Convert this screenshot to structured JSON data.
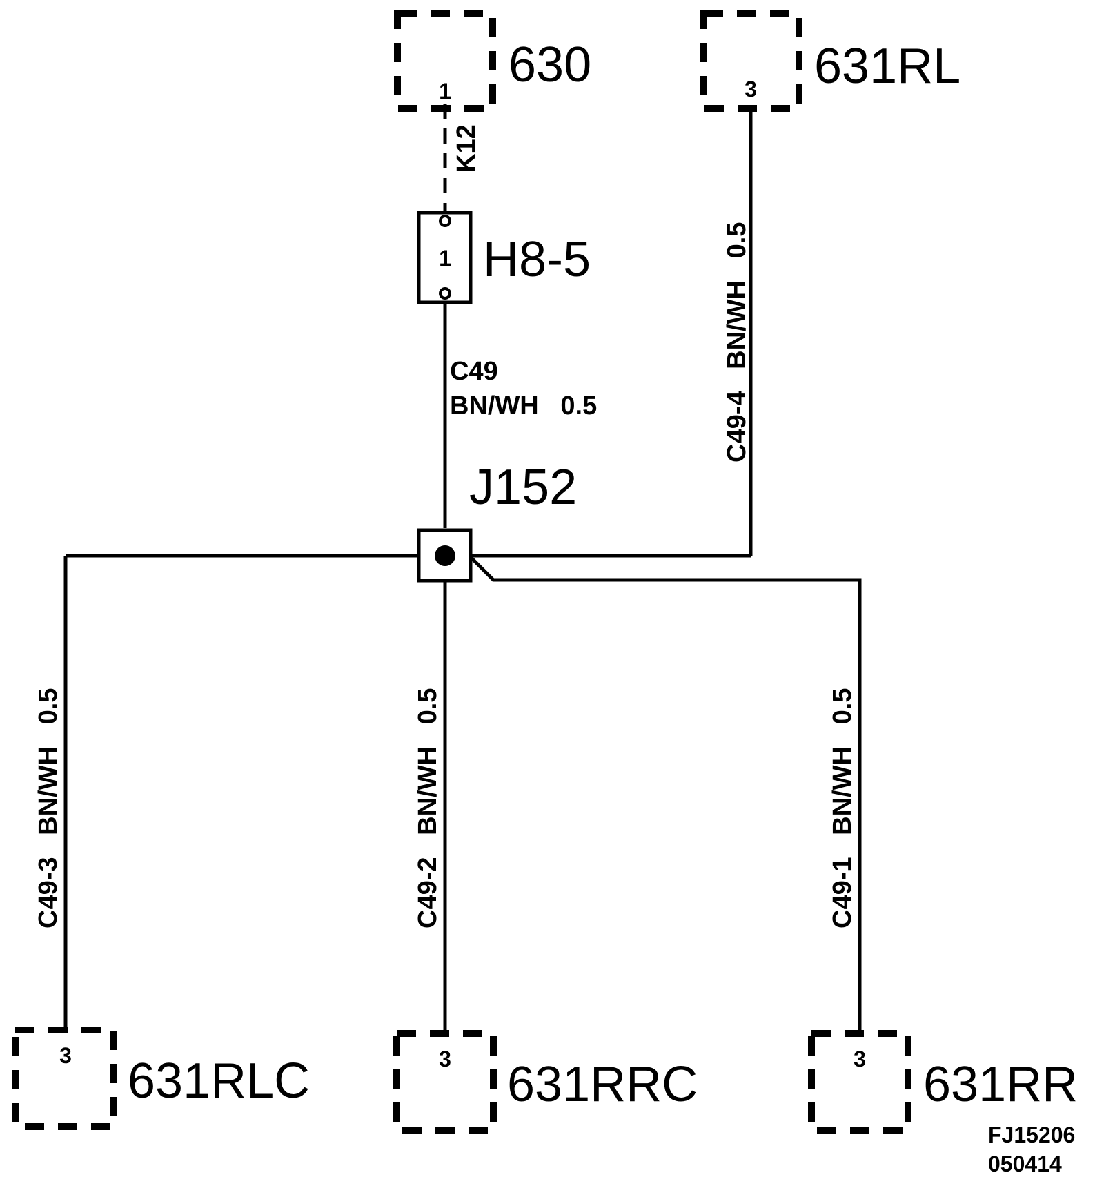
{
  "components": {
    "c630": {
      "name": "630",
      "pin": "1"
    },
    "c631rl": {
      "name": "631RL",
      "pin": "3"
    },
    "c631rlc": {
      "name": "631RLC",
      "pin": "3"
    },
    "c631rrc": {
      "name": "631RRC",
      "pin": "3"
    },
    "c631rr": {
      "name": "631RR",
      "pin": "3"
    },
    "fuse": {
      "name": "H8-5",
      "pin": "1"
    },
    "splice": {
      "name": "J152"
    }
  },
  "wires": {
    "k12": {
      "circuit": "K12"
    },
    "c49": {
      "circuit": "C49",
      "color_size": "BN/WH   0.5"
    },
    "c49_4": {
      "label": "C49-4   BN/WH   0.5"
    },
    "c49_3": {
      "label": "C49-3   BN/WH   0.5"
    },
    "c49_2": {
      "label": "C49-2   BN/WH   0.5"
    },
    "c49_1": {
      "label": "C49-1   BN/WH   0.5"
    }
  },
  "figure": {
    "id": "FJ15206",
    "date": "050414"
  }
}
